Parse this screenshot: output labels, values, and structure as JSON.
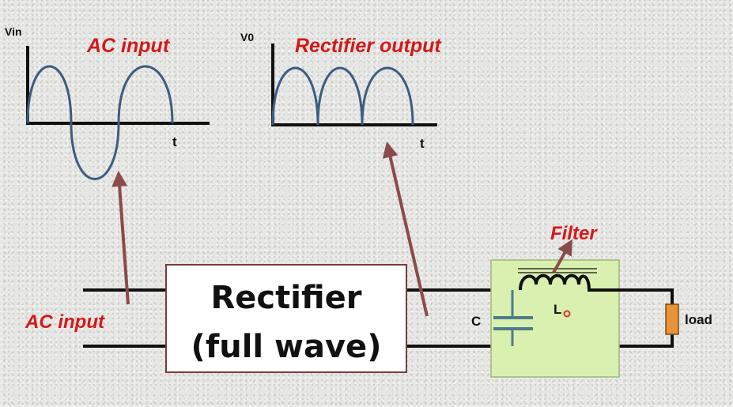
{
  "ac_graph": {
    "title": "AC input",
    "y_axis_label": "Vin",
    "x_axis_label": "t"
  },
  "rectifier_graph": {
    "title": "Rectifier output",
    "y_axis_label": "V0",
    "x_axis_label": "t"
  },
  "circuit": {
    "input_label": "AC input",
    "rectifier_line1": "Rectifier",
    "rectifier_line2": "(full wave)",
    "filter_label": "Filter",
    "capacitor_label": "C",
    "inductor_label": "L",
    "load_label": "load"
  },
  "colors": {
    "title_red": "#d11a1a",
    "wave_blue": "#3d5c80",
    "arrow_brown": "#8a4b4b",
    "filter_bg": "#d9f0b0",
    "load_orange": "#e8923a"
  }
}
